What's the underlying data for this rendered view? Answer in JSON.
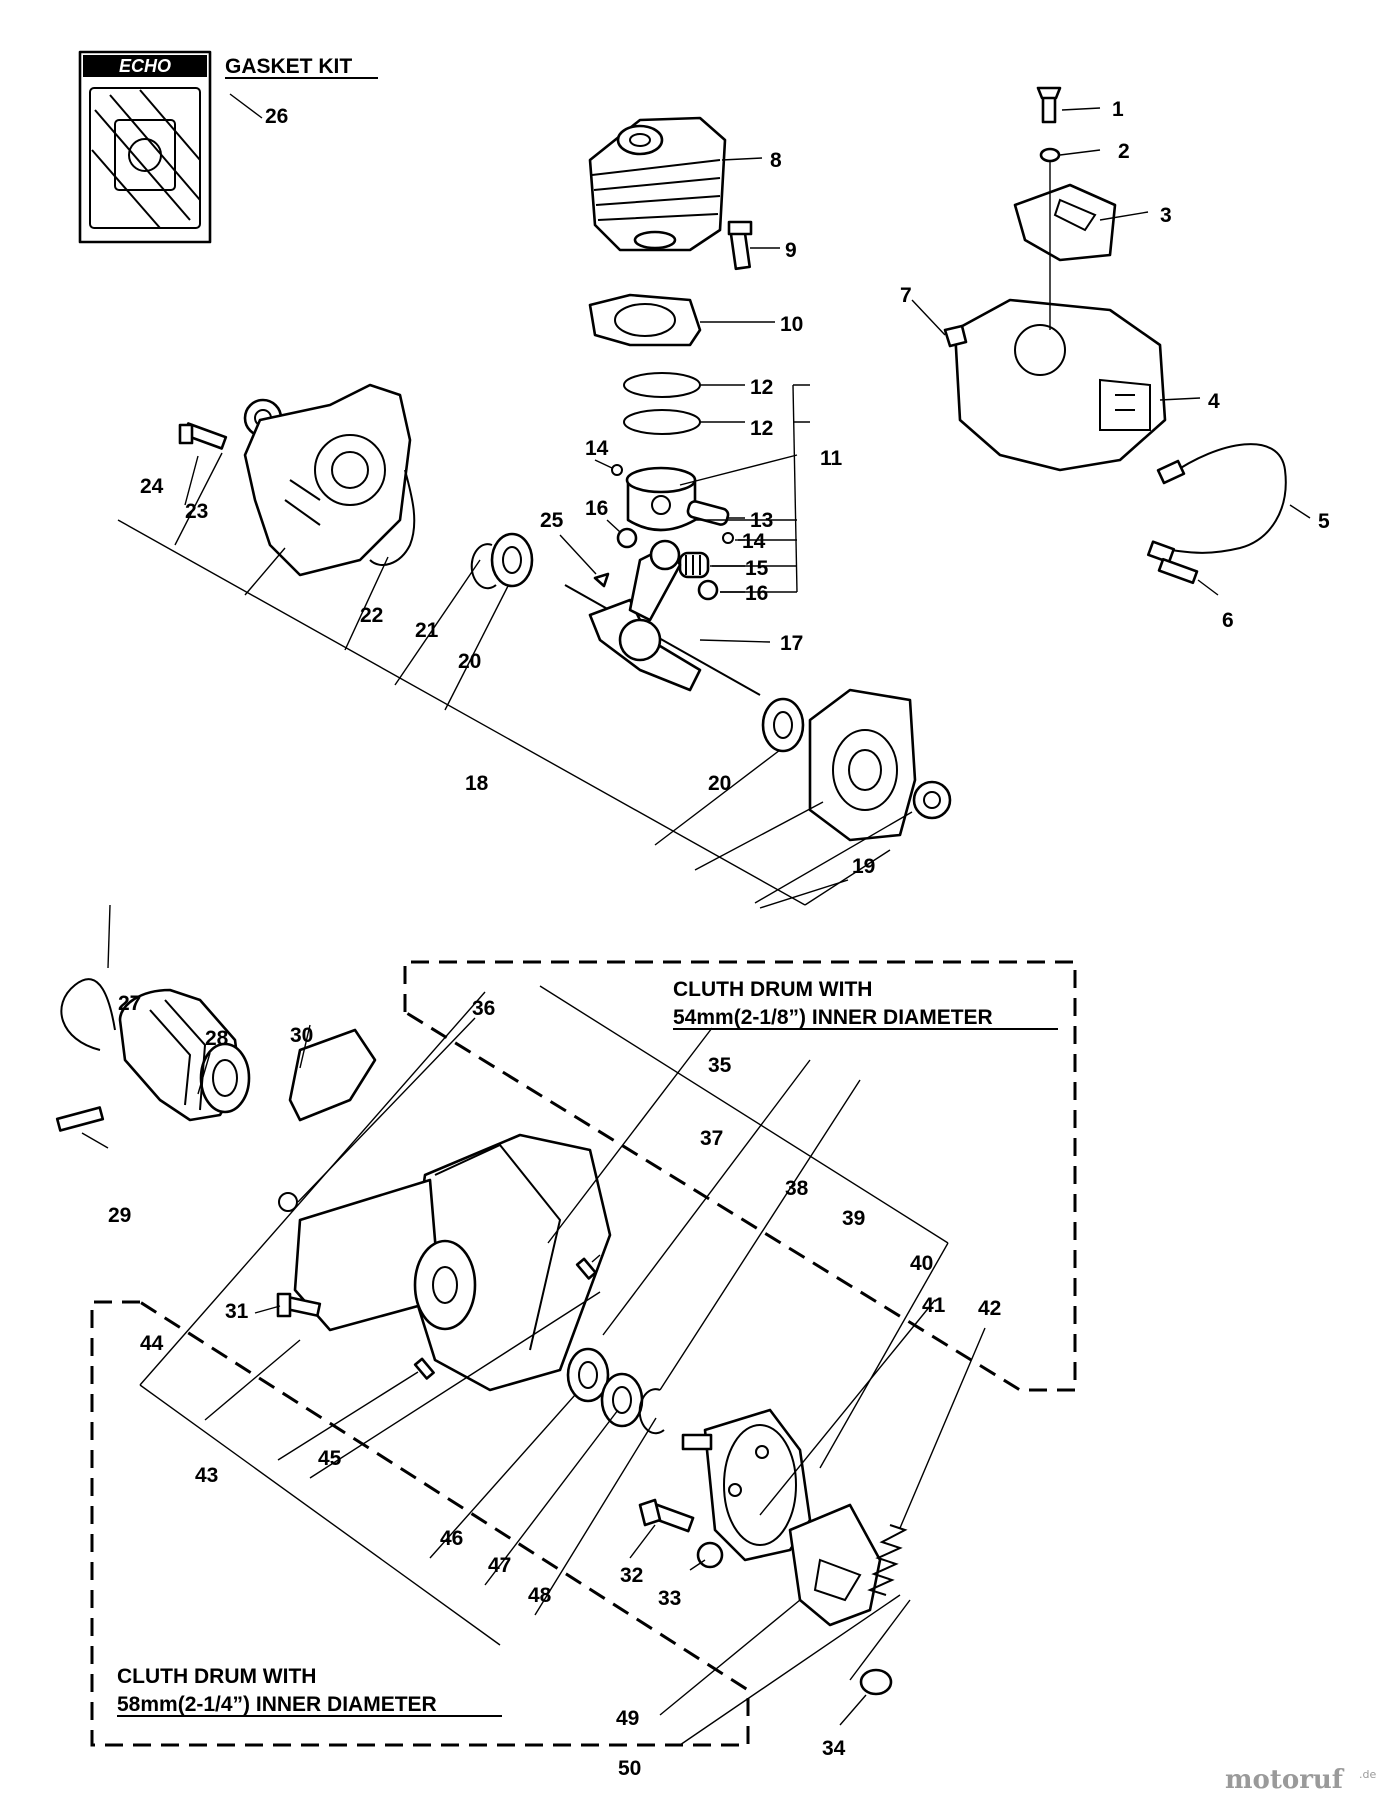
{
  "gasket_kit": {
    "title": "GASKET KIT",
    "logo": "ECHO"
  },
  "callouts": {
    "c1": "1",
    "c2": "2",
    "c3": "3",
    "c4": "4",
    "c5": "5",
    "c6": "6",
    "c7": "7",
    "c8": "8",
    "c9": "9",
    "c10": "10",
    "c11": "11",
    "c12a": "12",
    "c12b": "12",
    "c13": "13",
    "c14a": "14",
    "c14b": "14",
    "c15": "15",
    "c16a": "16",
    "c16b": "16",
    "c17": "17",
    "c18": "18",
    "c19": "19",
    "c20a": "20",
    "c20b": "20",
    "c21": "21",
    "c22": "22",
    "c23": "23",
    "c24": "24",
    "c25": "25",
    "c26": "26",
    "c27": "27",
    "c28": "28",
    "c29": "29",
    "c30": "30",
    "c31": "31",
    "c32": "32",
    "c33": "33",
    "c34": "34",
    "c35": "35",
    "c36": "36",
    "c37": "37",
    "c38": "38",
    "c39": "39",
    "c40": "40",
    "c41": "41",
    "c42": "42",
    "c43": "43",
    "c44": "44",
    "c45": "45",
    "c46": "46",
    "c47": "47",
    "c48": "48",
    "c49": "49",
    "c50": "50"
  },
  "group_54mm": {
    "line1": "CLUTH DRUM WITH",
    "line2": "54mm(2-1/8”) INNER DIAMETER"
  },
  "group_58mm": {
    "line1": "CLUTH DRUM WITH",
    "line2": "58mm(2-1/4”) INNER DIAMETER"
  },
  "watermark": {
    "name": "motoruf",
    "suffix": ".de"
  }
}
